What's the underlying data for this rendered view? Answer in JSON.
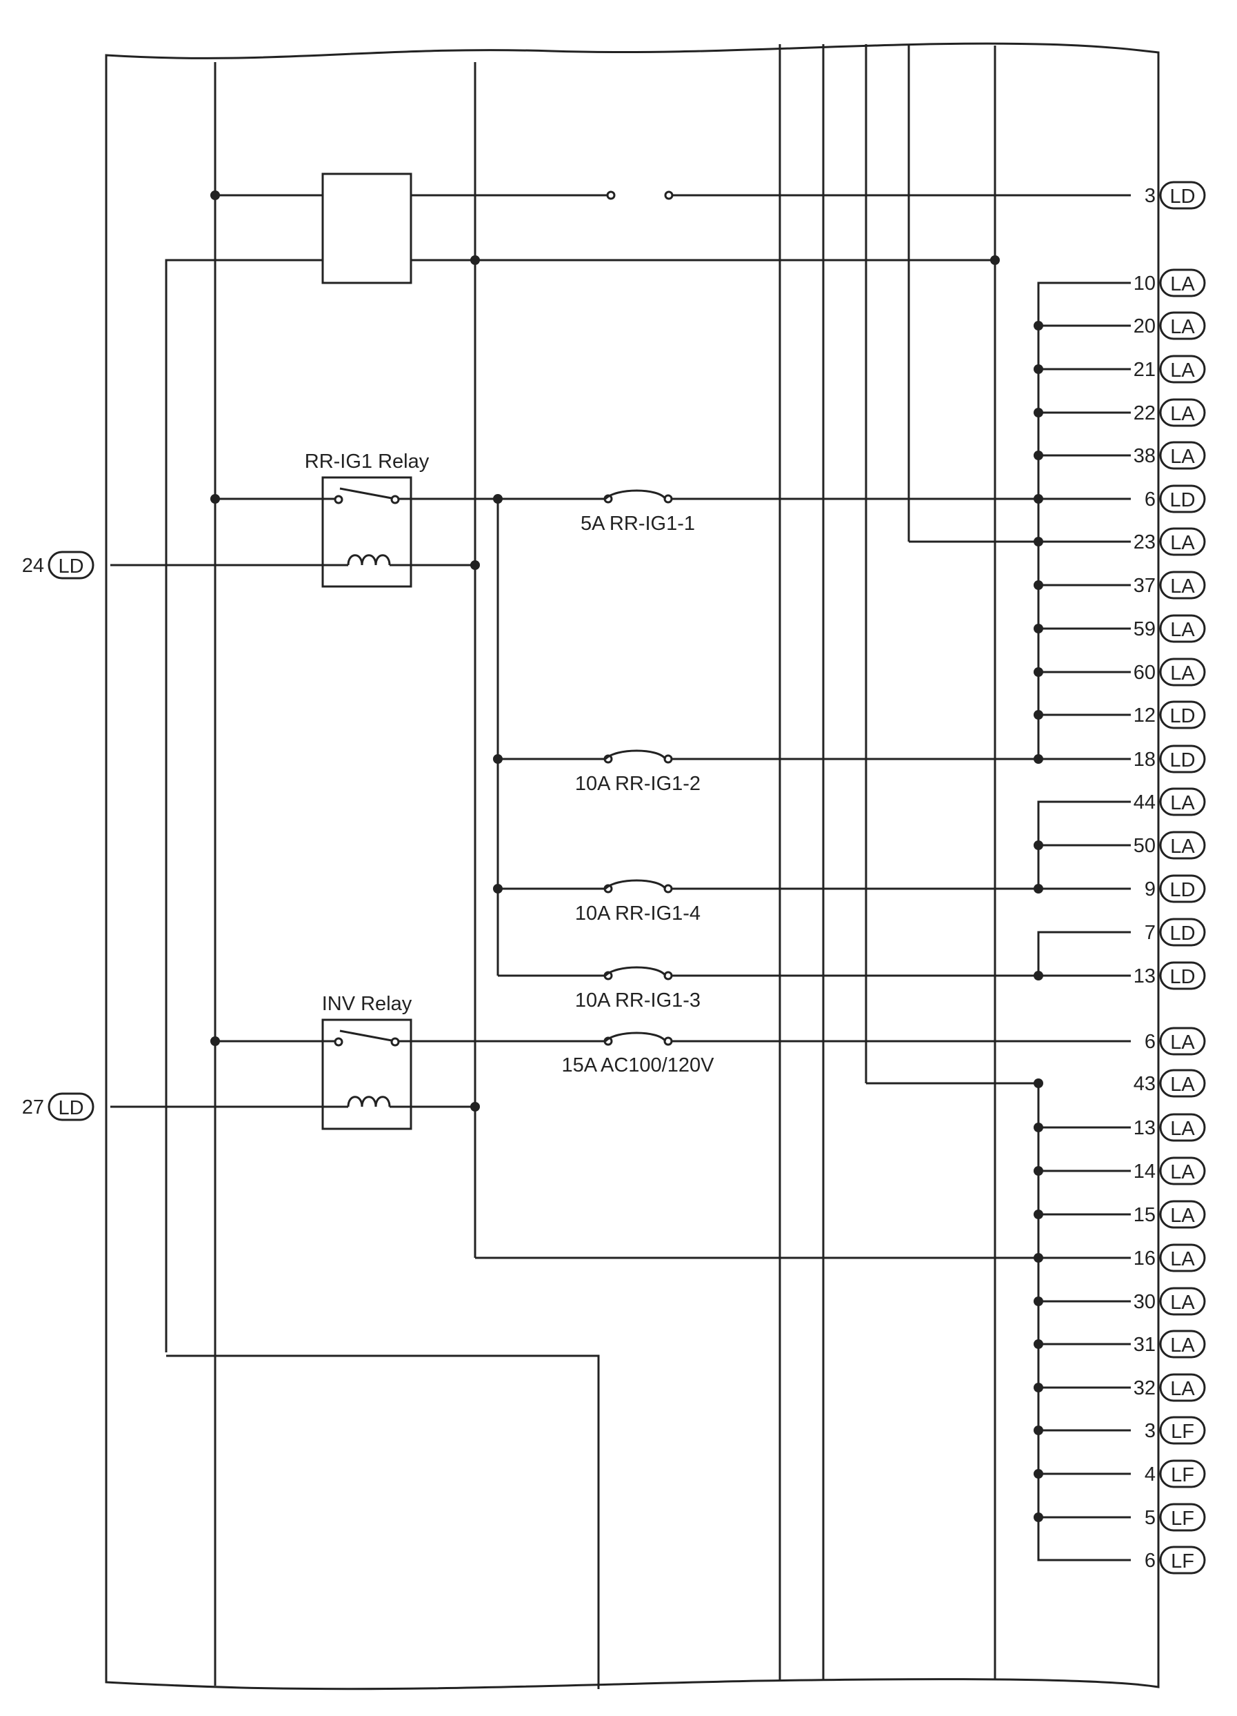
{
  "labels": {
    "rr_ig1_relay": "RR-IG1 Relay",
    "inv_relay": "INV Relay",
    "fuse_rr_ig1_1": "5A RR-IG1-1",
    "fuse_rr_ig1_2": "10A RR-IG1-2",
    "fuse_rr_ig1_4": "10A RR-IG1-4",
    "fuse_rr_ig1_3": "10A RR-IG1-3",
    "fuse_ac": "15A AC100/120V"
  },
  "left_terminals": [
    {
      "pin": "24",
      "conn": "LD"
    },
    {
      "pin": "27",
      "conn": "LD"
    }
  ],
  "right_terminals": [
    {
      "pin": "3",
      "conn": "LD"
    },
    {
      "pin": "10",
      "conn": "LA"
    },
    {
      "pin": "20",
      "conn": "LA"
    },
    {
      "pin": "21",
      "conn": "LA"
    },
    {
      "pin": "22",
      "conn": "LA"
    },
    {
      "pin": "38",
      "conn": "LA"
    },
    {
      "pin": "6",
      "conn": "LD"
    },
    {
      "pin": "23",
      "conn": "LA"
    },
    {
      "pin": "37",
      "conn": "LA"
    },
    {
      "pin": "59",
      "conn": "LA"
    },
    {
      "pin": "60",
      "conn": "LA"
    },
    {
      "pin": "12",
      "conn": "LD"
    },
    {
      "pin": "18",
      "conn": "LD"
    },
    {
      "pin": "44",
      "conn": "LA"
    },
    {
      "pin": "50",
      "conn": "LA"
    },
    {
      "pin": "9",
      "conn": "LD"
    },
    {
      "pin": "7",
      "conn": "LD"
    },
    {
      "pin": "13",
      "conn": "LD"
    },
    {
      "pin": "6",
      "conn": "LA"
    },
    {
      "pin": "43",
      "conn": "LA"
    },
    {
      "pin": "13",
      "conn": "LA"
    },
    {
      "pin": "14",
      "conn": "LA"
    },
    {
      "pin": "15",
      "conn": "LA"
    },
    {
      "pin": "16",
      "conn": "LA"
    },
    {
      "pin": "30",
      "conn": "LA"
    },
    {
      "pin": "31",
      "conn": "LA"
    },
    {
      "pin": "32",
      "conn": "LA"
    },
    {
      "pin": "3",
      "conn": "LF"
    },
    {
      "pin": "4",
      "conn": "LF"
    },
    {
      "pin": "5",
      "conn": "LF"
    },
    {
      "pin": "6",
      "conn": "LF"
    }
  ]
}
